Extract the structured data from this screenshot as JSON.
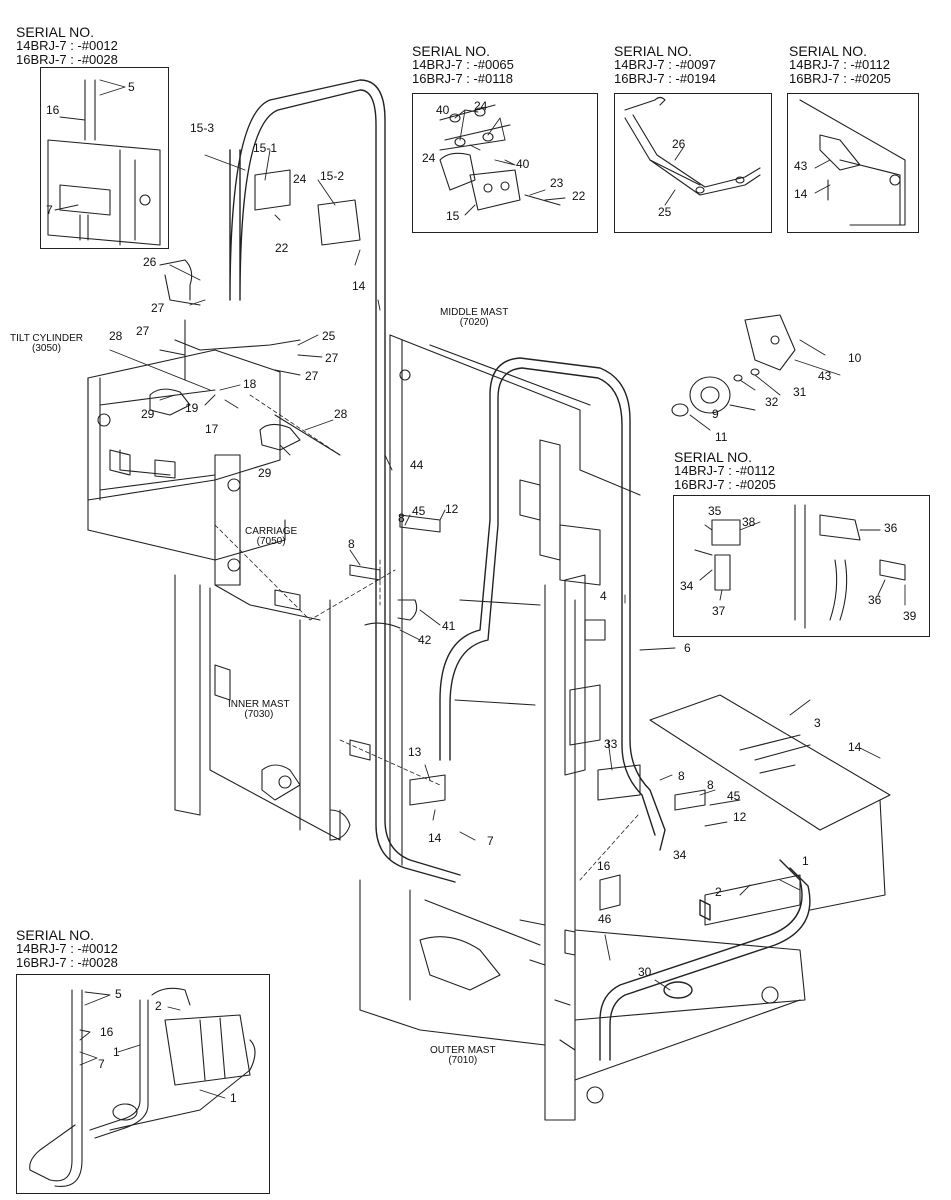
{
  "inset_boxes": [
    {
      "id": "tl",
      "title": "SERIAL NO.",
      "lines": [
        "14BRJ-7 : -#0012",
        "16BRJ-7 : -#0028"
      ]
    },
    {
      "id": "t2",
      "title": "SERIAL NO.",
      "lines": [
        "14BRJ-7 : -#0065",
        "16BRJ-7 : -#0118"
      ]
    },
    {
      "id": "t3",
      "title": "SERIAL NO.",
      "lines": [
        "14BRJ-7 : -#0097",
        "16BRJ-7 : -#0194"
      ]
    },
    {
      "id": "t4",
      "title": "SERIAL NO.",
      "lines": [
        "14BRJ-7 : -#0112",
        "16BRJ-7 : -#0205"
      ]
    },
    {
      "id": "mr",
      "title": "SERIAL NO.",
      "lines": [
        "14BRJ-7 : -#0112",
        "16BRJ-7 : -#0205"
      ]
    },
    {
      "id": "bl",
      "title": "SERIAL NO.",
      "lines": [
        "14BRJ-7 : -#0012",
        "16BRJ-7 : -#0028"
      ]
    }
  ],
  "section_labels": {
    "tilt_cylinder": [
      "TILT CYLINDER",
      "(3050)"
    ],
    "carriage": [
      "CARRIAGE",
      "(7050)"
    ],
    "inner_mast": [
      "INNER MAST",
      "(7030)"
    ],
    "middle_mast": [
      "MIDDLE MAST",
      "(7020)"
    ],
    "outer_mast": [
      "OUTER MAST",
      "(7010)"
    ]
  },
  "part_numbers": {
    "p1": "1",
    "p2": "2",
    "p3": "3",
    "p4": "4",
    "p5": "5",
    "p6": "6",
    "p7": "7",
    "p8": "8",
    "p9": "9",
    "p10": "10",
    "p11": "11",
    "p12": "12",
    "p13": "13",
    "p14": "14",
    "p15": "15",
    "p15_1": "15-1",
    "p15_2": "15-2",
    "p15_3": "15-3",
    "p16": "16",
    "p17": "17",
    "p18": "18",
    "p19": "19",
    "p22": "22",
    "p23": "23",
    "p24": "24",
    "p25": "25",
    "p26": "26",
    "p27": "27",
    "p28": "28",
    "p29": "29",
    "p30": "30",
    "p31": "31",
    "p32": "32",
    "p33": "33",
    "p34": "34",
    "p35": "35",
    "p36": "36",
    "p37": "37",
    "p38": "38",
    "p39": "39",
    "p40": "40",
    "p41": "41",
    "p42": "42",
    "p43": "43",
    "p44": "44",
    "p45": "45",
    "p46": "46"
  }
}
